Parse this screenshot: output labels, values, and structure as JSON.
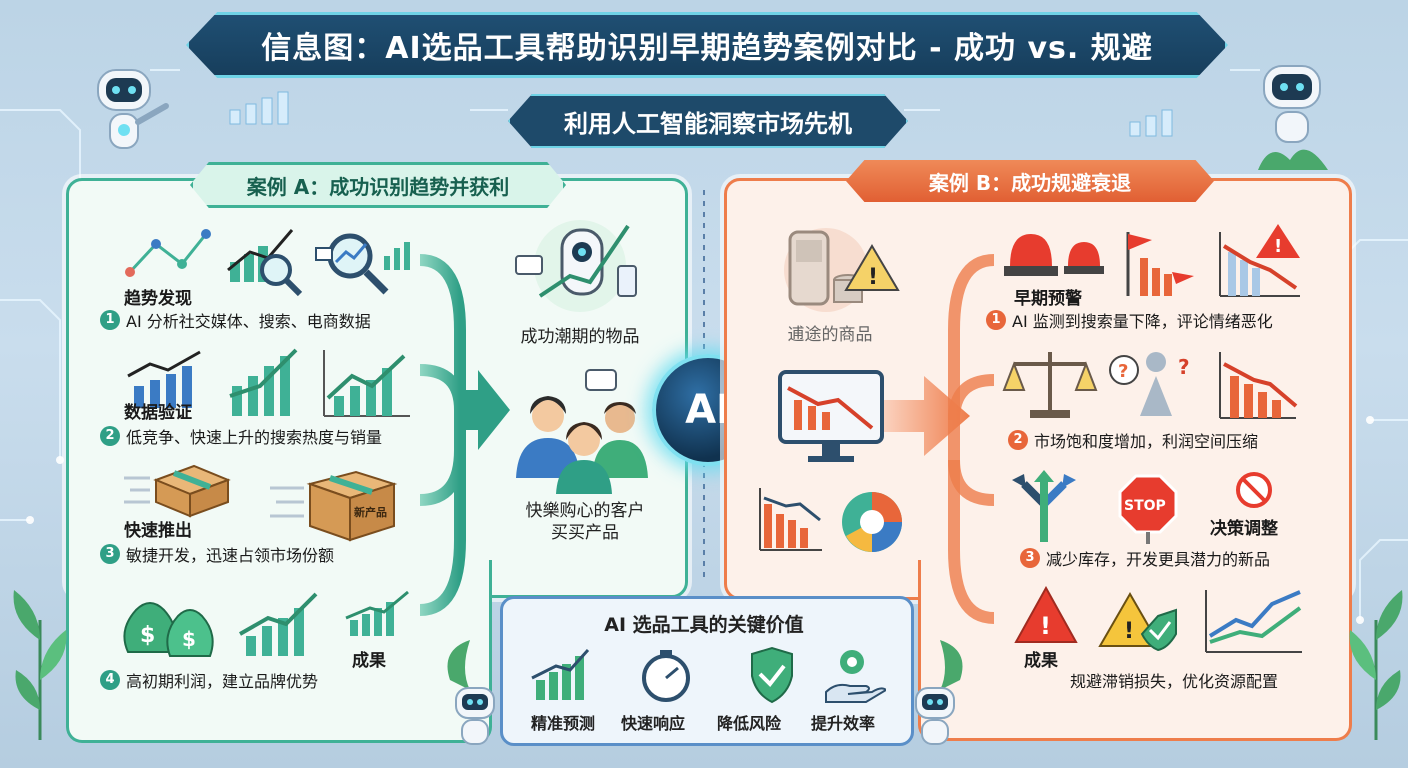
{
  "title": "信息图：AI选品工具帮助识别早期趋势案例对比 - 成功 vs. 规避",
  "subtitle": "利用人工智能洞察市场先机",
  "center_label": "AI",
  "case_a": {
    "header": "案例 A：成功识别趋势并获利",
    "steps": [
      {
        "num": "1",
        "title": "趋势发现",
        "desc": "AI 分析社交媒体、搜索、电商数据"
      },
      {
        "num": "2",
        "title": "数据验证",
        "desc": "低竞争、快速上升的搜索热度与销量"
      },
      {
        "num": "3",
        "title": "快速推出",
        "desc": "敏捷开发，迅速占领市场份额"
      },
      {
        "num": "4",
        "title": "成果",
        "desc": "高初期利润，建立品牌优势"
      }
    ],
    "box_label": "新产品",
    "outcome_product": "成功潮期的物品",
    "outcome_customers": "快樂购心的客户\n买买产品"
  },
  "case_b": {
    "header": "案例 B：成功规避衰退",
    "declining_product": "逋途的商品",
    "steps": [
      {
        "num": "1",
        "title": "早期预警",
        "desc": "AI 监测到搜索量下降，评论情绪恶化"
      },
      {
        "num": "2",
        "title": "",
        "desc": "市场饱和度增加，利润空间压缩"
      },
      {
        "num": "3",
        "title": "决策调整",
        "desc": "减少库存，开发更具潜力的新品"
      },
      {
        "num": "",
        "title": "成果",
        "desc": "规避滞销损失，优化资源配置"
      }
    ],
    "stop_sign": "STOP"
  },
  "key_value": {
    "title": "AI 选品工具的关键价值",
    "items": [
      "精准预测",
      "快速响应",
      "降低风险",
      "提升效率"
    ]
  },
  "colors": {
    "green": "#3fb196",
    "orange": "#ee7d4b",
    "navy": "#1f4f73",
    "cyan": "#6fd3e6"
  }
}
